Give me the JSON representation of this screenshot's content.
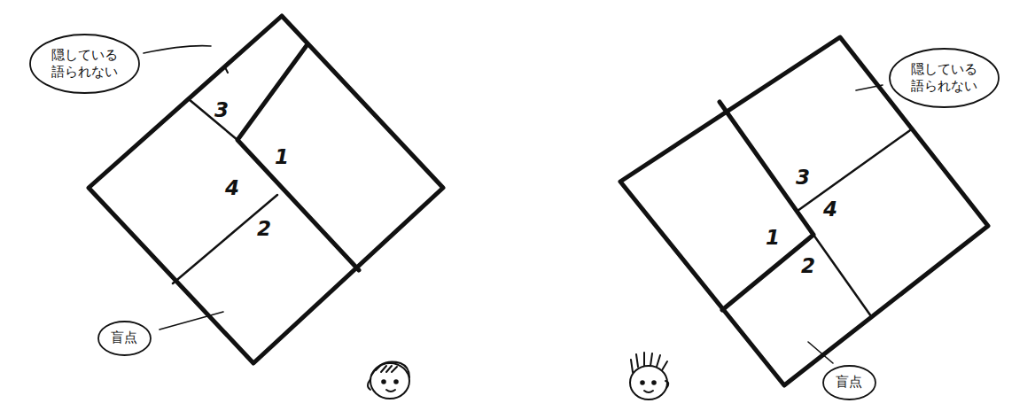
{
  "diagram": {
    "nodes": [
      {
        "text": [
          "隠している 語られない"
        ]
      },
      {
        "text": [
          "盲点"
        ]
      },
      {
        "text": [
          "隠している 語られない"
        ]
      },
      {
        "text": [
          "盲点"
        ]
      }
    ],
    "labels": [
      "3",
      "1",
      "4",
      "2",
      "3",
      "1",
      "4",
      "2"
    ]
  }
}
